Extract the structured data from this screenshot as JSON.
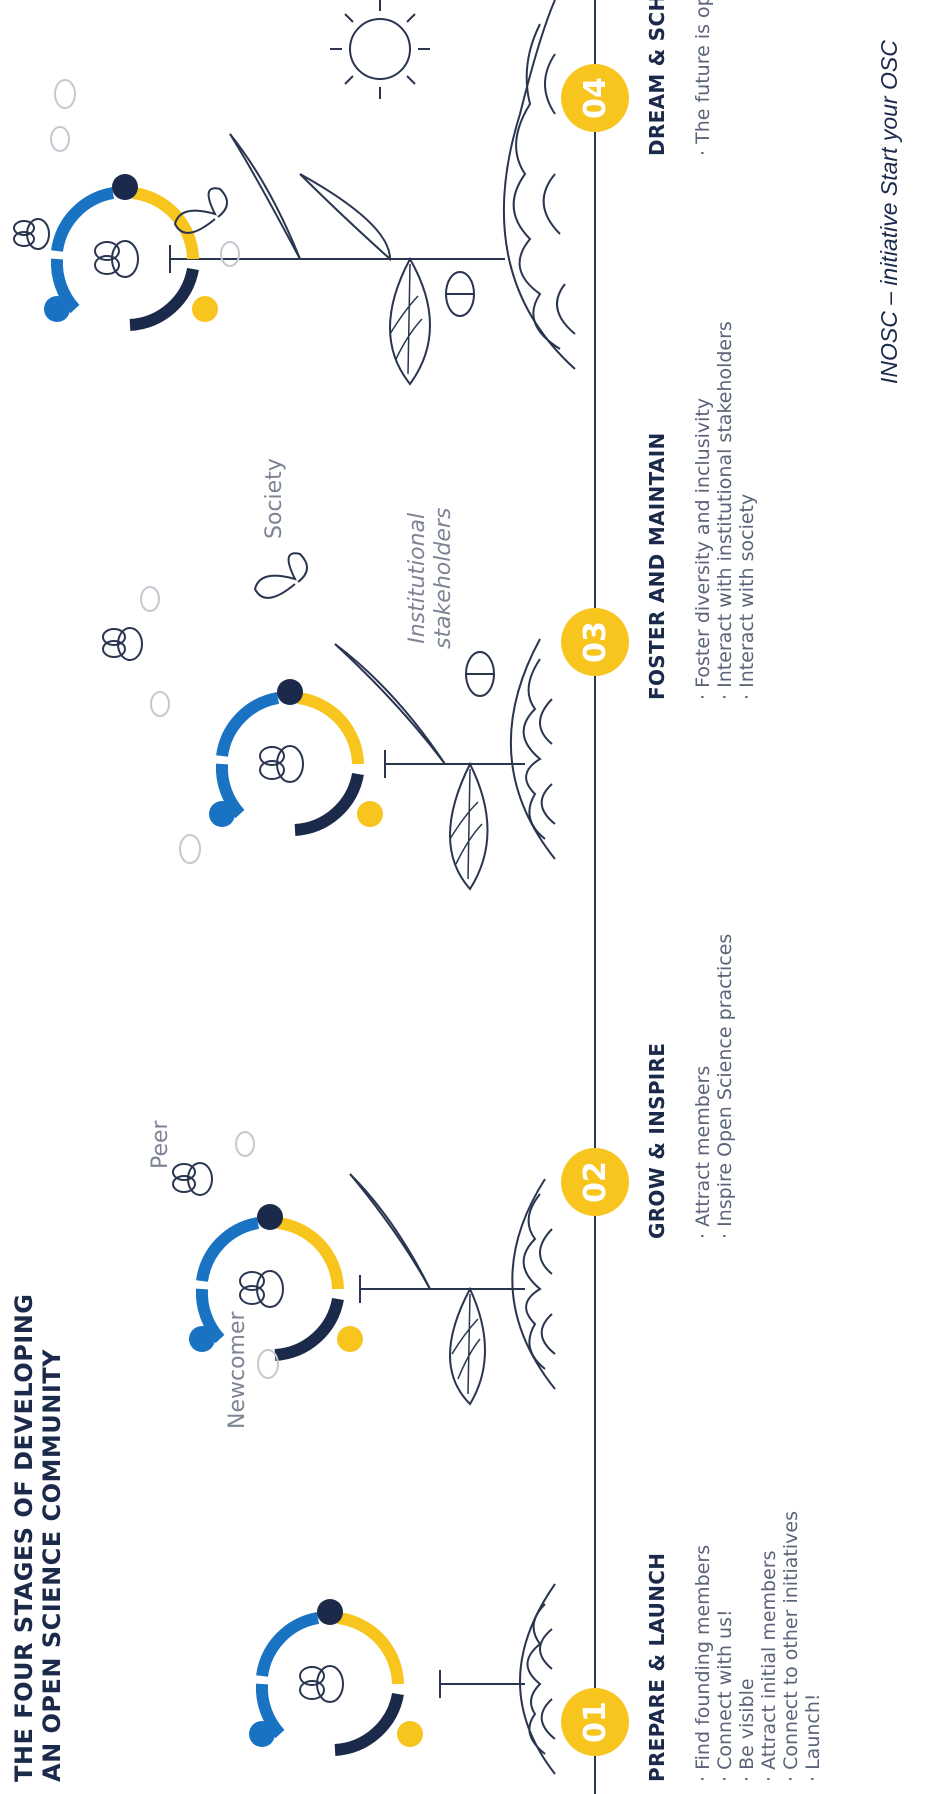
{
  "title": {
    "line1": "THE FOUR STAGES OF DEVELOPING",
    "line2": "AN OPEN SCIENCE COMMUNITY"
  },
  "stages": [
    {
      "number": "01",
      "title": "PREPARE & LAUNCH",
      "bullets": [
        "Find founding members",
        "Connect with us!",
        "Be visible",
        "Attract initial members",
        "Connect to other initiatives",
        "Launch!"
      ]
    },
    {
      "number": "02",
      "title": "GROW & INSPIRE",
      "bullets": [
        "Attract members",
        "Inspire Open Science practices"
      ]
    },
    {
      "number": "03",
      "title": "FOSTER AND MAINTAIN",
      "bullets": [
        "Foster diversity and inclusivity",
        "Interact with institutional stakeholders",
        "Interact with society"
      ]
    },
    {
      "number": "04",
      "title": "DREAM & SCHEME",
      "bullets": [
        "The future is open!"
      ]
    }
  ],
  "labels": {
    "newcomer": "Newcomer",
    "peer": "Peer",
    "society": "Society",
    "institutional_line1": "Institutional",
    "institutional_line2": "stakeholders"
  },
  "credit": "INOSC – initiative Start your OSC",
  "colors": {
    "navy": "#1b2a4a",
    "blue": "#1a73c2",
    "yellow": "#f7c51e",
    "line": "#2a3550",
    "faint": "#c4c8d0"
  }
}
